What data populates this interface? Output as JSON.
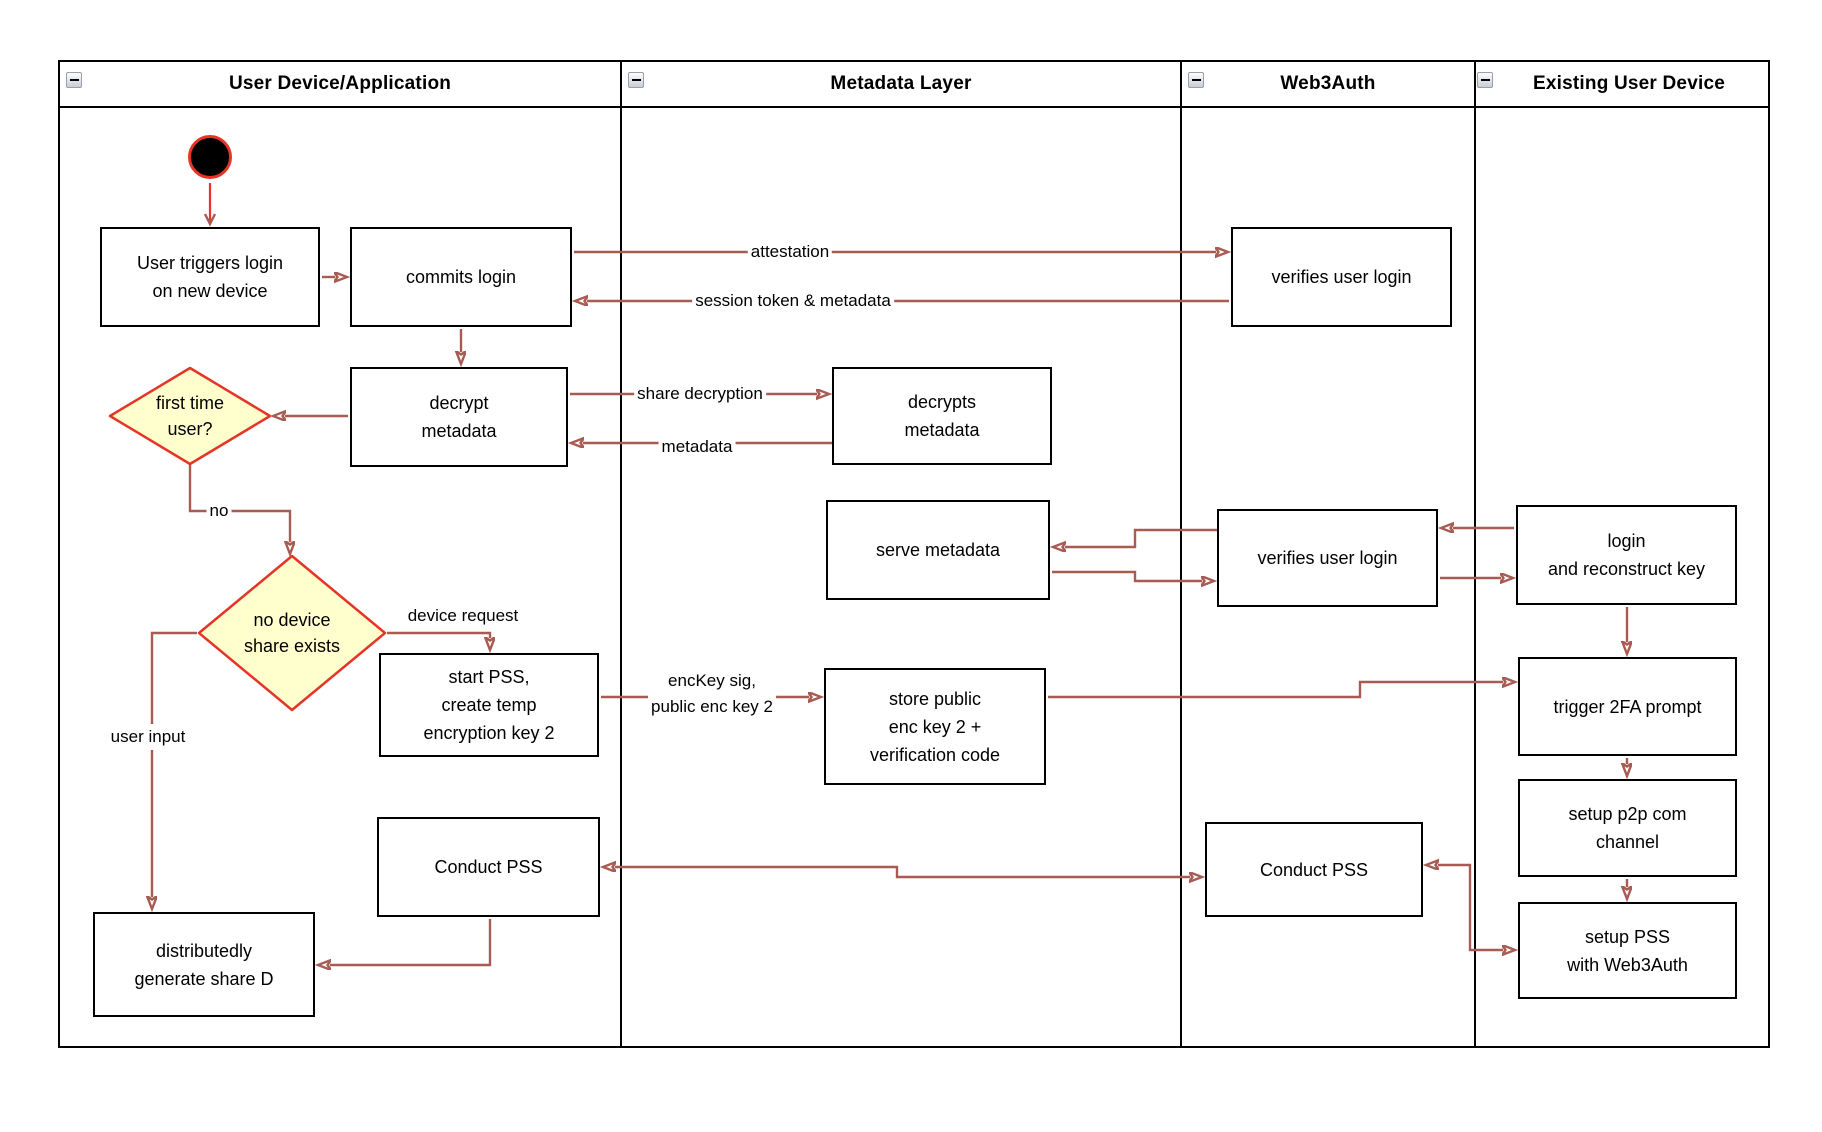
{
  "lanes": [
    {
      "title": "User Device/Application"
    },
    {
      "title": "Metadata Layer"
    },
    {
      "title": "Web3Auth"
    },
    {
      "title": "Existing User Device"
    }
  ],
  "nodes": {
    "user_triggers": "User triggers login\non new device",
    "commits_login": "commits login",
    "verifies_login_1": "verifies user login",
    "decrypt_metadata": "decrypt\nmetadata",
    "decrypts_metadata": "decrypts\nmetadata",
    "first_time_user": "first time\nuser?",
    "serve_metadata": "serve metadata",
    "verifies_login_2": "verifies user login",
    "login_reconstruct": "login\nand reconstruct key",
    "no_device_share": "no device\nshare exists",
    "start_pss": "start PSS,\ncreate temp\nencryption key 2",
    "store_public": "store public\nenc key 2 +\nverification code",
    "trigger_2fa": "trigger 2FA prompt",
    "setup_p2p": "setup p2p com\nchannel",
    "setup_pss": "setup PSS\nwith Web3Auth",
    "conduct_pss_1": "Conduct PSS",
    "conduct_pss_2": "Conduct PSS",
    "dist_share": "distributedly\ngenerate share D"
  },
  "edge_labels": {
    "attestation": "attestation",
    "session_token": "session token & metadata",
    "share_decryption": "share decryption",
    "metadata": "metadata",
    "no": "no",
    "device_request": "device request",
    "enc_key": "encKey sig,\npublic enc key 2",
    "user_input": "user input"
  },
  "colors": {
    "arrow": "#A85B52",
    "accent_red": "#E63427",
    "diamond_fill": "#FFFFCE"
  }
}
